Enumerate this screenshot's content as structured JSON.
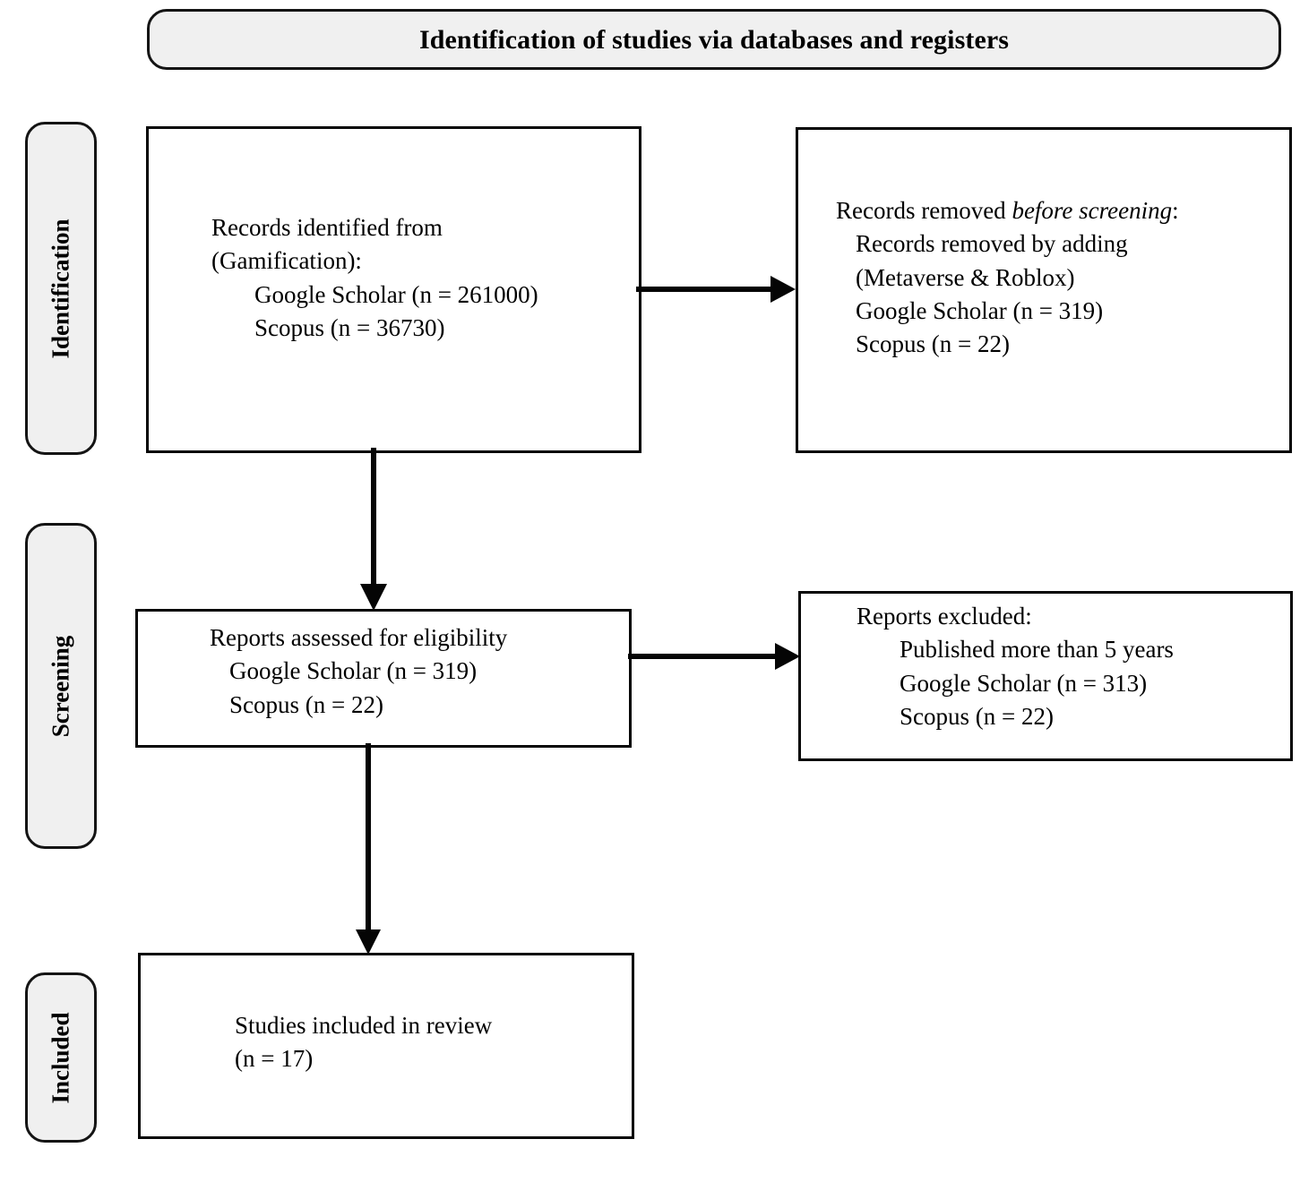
{
  "header": {
    "title": "Identification of studies via databases and registers"
  },
  "stages": [
    {
      "id": "identification",
      "label": "Identification"
    },
    {
      "id": "screening",
      "label": "Screening"
    },
    {
      "id": "included",
      "label": "Included"
    }
  ],
  "boxes": {
    "identified": {
      "name": "records-identified-box",
      "lines": [
        "Records identified from",
        "(Gamification):",
        "Google Scholar (n = 261000)",
        "Scopus (n = 36730)"
      ]
    },
    "removed": {
      "name": "records-removed-box",
      "heading_prefix": "Records removed ",
      "heading_italic": "before screening",
      "heading_suffix": ":",
      "lines": [
        "Records removed by adding",
        "(Metaverse & Roblox)",
        "Google Scholar (n = 319)",
        "Scopus (n = 22)"
      ]
    },
    "eligibility": {
      "name": "reports-assessed-box",
      "lines": [
        "Reports assessed for eligibility",
        "Google Scholar (n = 319)",
        "Scopus (n = 22)"
      ]
    },
    "excluded": {
      "name": "reports-excluded-box",
      "lines": [
        "Reports excluded:",
        "Published more than 5 years",
        "Google Scholar (n = 313)",
        "Scopus (n = 22)"
      ]
    },
    "included": {
      "name": "studies-included-box",
      "lines": [
        "Studies included in review",
        "(n = 17)"
      ]
    }
  },
  "arrows": [
    {
      "id": "identified-to-removed",
      "direction": "right"
    },
    {
      "id": "identified-to-eligibility",
      "direction": "down"
    },
    {
      "id": "eligibility-to-excluded",
      "direction": "right"
    },
    {
      "id": "eligibility-to-included",
      "direction": "down"
    }
  ],
  "colors": {
    "banner_fill": "#f0f0f0",
    "banner_border": "#141414",
    "box_border": "#050505",
    "box_fill": "#ffffff",
    "text": "#000000",
    "page_background": "#ffffff"
  }
}
